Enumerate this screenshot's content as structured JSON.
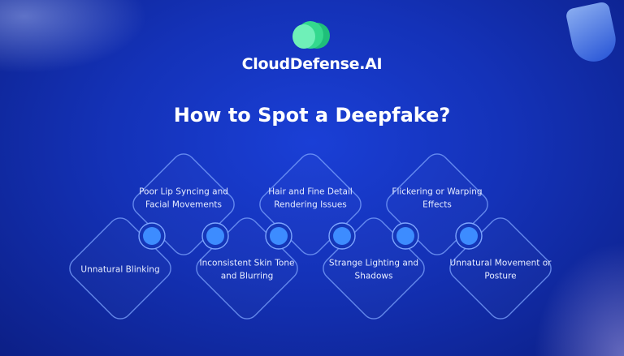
{
  "brand": {
    "name": "CloudDefense.AI",
    "logo_icon": "cloud-icon",
    "colors": {
      "accent": "#3fe0a0",
      "background": "#1432b8"
    }
  },
  "title": "How to Spot a Deepfake?",
  "signs": [
    {
      "label": "Unnatural Blinking",
      "row": "bottom"
    },
    {
      "label": "Poor Lip Syncing and Facial Movements",
      "row": "top"
    },
    {
      "label": "Inconsistent Skin Tone and Blurring",
      "row": "bottom"
    },
    {
      "label": "Hair and Fine Detail Rendering Issues",
      "row": "top"
    },
    {
      "label": "Strange Lighting and Shadows",
      "row": "bottom"
    },
    {
      "label": "Flickering or Warping Effects",
      "row": "top"
    },
    {
      "label": "Unnatural Movement or Posture",
      "row": "bottom"
    }
  ]
}
